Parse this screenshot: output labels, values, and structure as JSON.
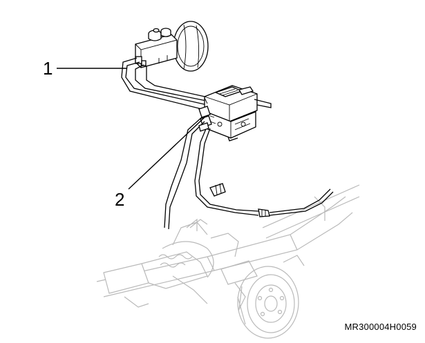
{
  "callouts": [
    {
      "label": "1"
    },
    {
      "label": "2"
    }
  ],
  "figure_code": "MR300004H0059"
}
